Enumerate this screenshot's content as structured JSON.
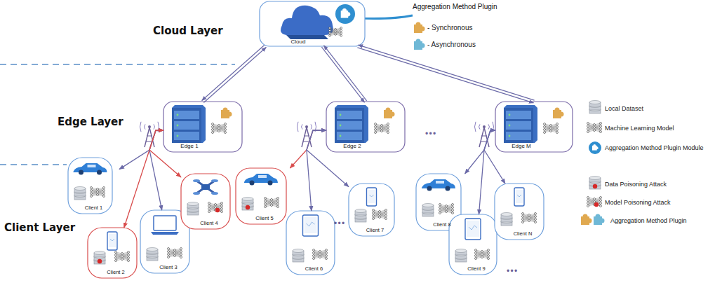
{
  "diagram": {
    "nodes": [
      {
        "text": [
          "Cloud"
        ]
      },
      {
        "text": [
          "Edge 1"
        ]
      },
      {
        "text": [
          "Edge 2"
        ]
      },
      {
        "text": [
          "Edge M"
        ]
      },
      {
        "text": [
          "Client 1"
        ]
      },
      {
        "text": [
          "Client 2"
        ]
      },
      {
        "text": [
          "Client 3"
        ]
      },
      {
        "text": [
          "Client 4"
        ]
      },
      {
        "text": [
          "Client 5"
        ]
      },
      {
        "text": [
          "Client 6"
        ]
      },
      {
        "text": [
          "Client 7"
        ]
      },
      {
        "text": [
          "Client 8"
        ]
      },
      {
        "text": [
          "Client 9"
        ]
      },
      {
        "text": [
          "Client N"
        ]
      }
    ],
    "edges": [
      {
        "from": 0,
        "to": 1,
        "arrow": "both"
      },
      {
        "from": 0,
        "to": 2,
        "arrow": "both"
      },
      {
        "from": 0,
        "to": 3,
        "arrow": "both"
      },
      {
        "from": 1,
        "to": 4,
        "arrow": "both"
      },
      {
        "from": 1,
        "to": 5,
        "arrow": "both"
      },
      {
        "from": 1,
        "to": 6,
        "arrow": "both"
      },
      {
        "from": 1,
        "to": 7,
        "arrow": "both"
      },
      {
        "from": 2,
        "to": 8,
        "arrow": "both"
      },
      {
        "from": 2,
        "to": 9,
        "arrow": "both"
      },
      {
        "from": 2,
        "to": 10,
        "arrow": "both"
      },
      {
        "from": 3,
        "to": 11,
        "arrow": "both"
      },
      {
        "from": 3,
        "to": 12,
        "arrow": "both"
      },
      {
        "from": 3,
        "to": 13,
        "arrow": "both"
      }
    ],
    "labels": [
      "Cloud Layer",
      "Edge Layer",
      "Client Layer",
      "Aggregation Method Plugin",
      "• • •",
      "• • •",
      "• • •"
    ],
    "legend": [
      {
        "text": "- Synchronous"
      },
      {
        "text": "- Asynchronous"
      },
      {
        "text": "Local Dataset"
      },
      {
        "text": "Machine Learning Model"
      },
      {
        "text": "Aggregation Method Plugin Module"
      },
      {
        "text": "Data Poisoning Attack"
      },
      {
        "text": "Model Poisoning Attack"
      },
      {
        "text": "Aggregation Method Plugin"
      }
    ]
  }
}
